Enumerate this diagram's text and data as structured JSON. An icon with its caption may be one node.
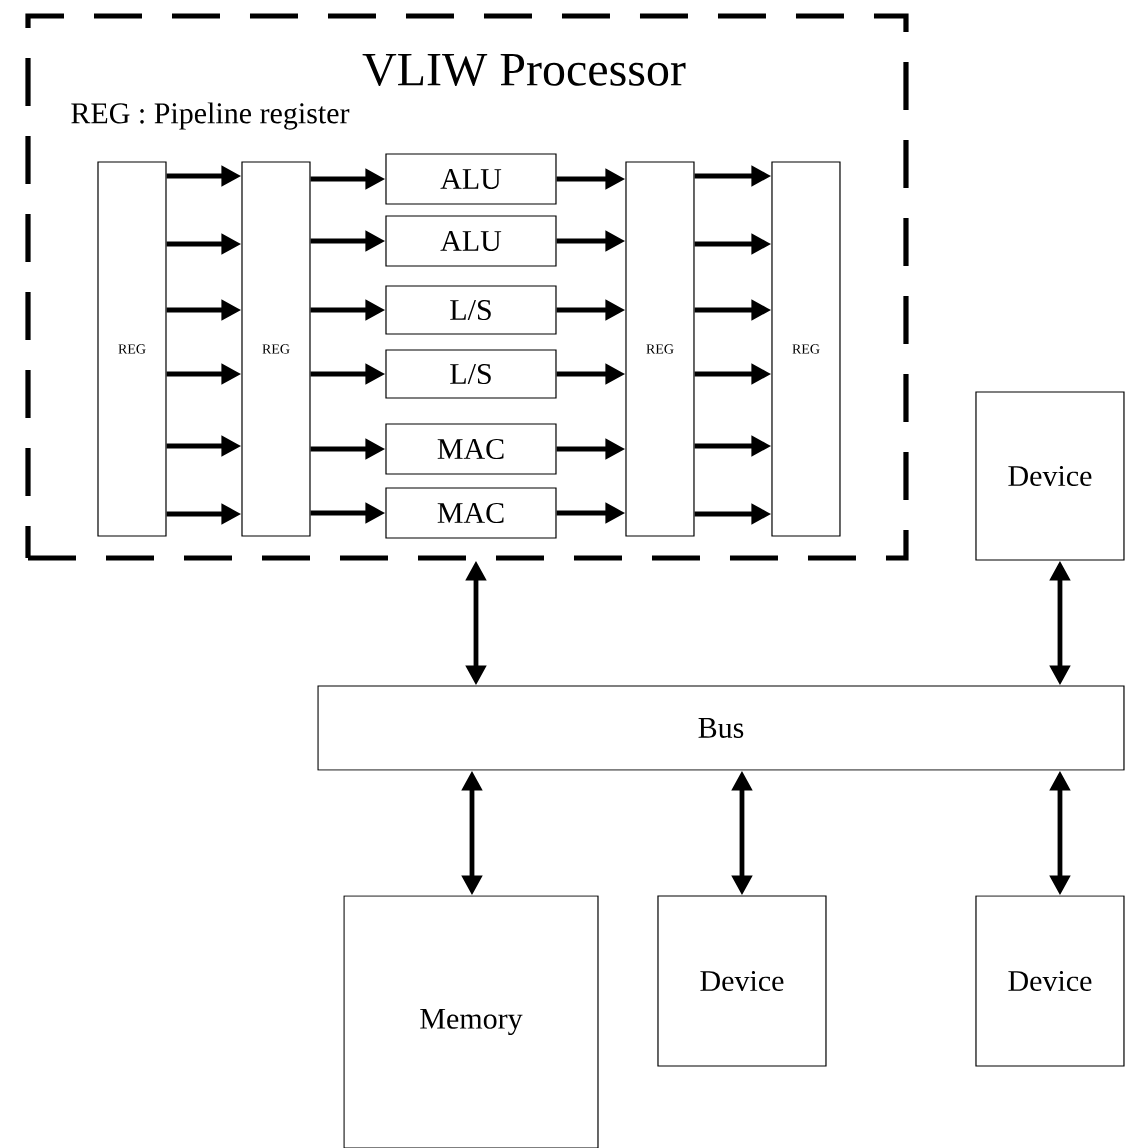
{
  "diagram": {
    "nodes": [
      {
        "text": [
          "VLIW Processor",
          "REG : Pipeline register"
        ]
      },
      {
        "text": [
          "REG"
        ],
        "in": 0
      },
      {
        "text": [
          "REG"
        ],
        "in": 0
      },
      {
        "text": [
          "ALU"
        ],
        "in": 0
      },
      {
        "text": [
          "ALU"
        ],
        "in": 0
      },
      {
        "text": [
          "L/S"
        ],
        "in": 0
      },
      {
        "text": [
          "L/S"
        ],
        "in": 0
      },
      {
        "text": [
          "MAC"
        ],
        "in": 0
      },
      {
        "text": [
          "MAC"
        ],
        "in": 0
      },
      {
        "text": [
          "REG"
        ],
        "in": 0
      },
      {
        "text": [
          "REG"
        ],
        "in": 0
      },
      {
        "text": [
          "Device"
        ]
      },
      {
        "text": [
          "Bus"
        ]
      },
      {
        "text": [
          "Memory"
        ]
      },
      {
        "text": [
          "Device"
        ]
      },
      {
        "text": [
          "Device"
        ]
      }
    ],
    "edges": [
      {
        "from": 1,
        "to": 2,
        "arrow": "to"
      },
      {
        "from": 1,
        "to": 2,
        "arrow": "to"
      },
      {
        "from": 1,
        "to": 2,
        "arrow": "to"
      },
      {
        "from": 1,
        "to": 2,
        "arrow": "to"
      },
      {
        "from": 1,
        "to": 2,
        "arrow": "to"
      },
      {
        "from": 1,
        "to": 2,
        "arrow": "to"
      },
      {
        "from": 2,
        "to": 3,
        "arrow": "to"
      },
      {
        "from": 2,
        "to": 4,
        "arrow": "to"
      },
      {
        "from": 2,
        "to": 5,
        "arrow": "to"
      },
      {
        "from": 2,
        "to": 6,
        "arrow": "to"
      },
      {
        "from": 2,
        "to": 7,
        "arrow": "to"
      },
      {
        "from": 2,
        "to": 8,
        "arrow": "to"
      },
      {
        "from": 3,
        "to": 9,
        "arrow": "to"
      },
      {
        "from": 4,
        "to": 9,
        "arrow": "to"
      },
      {
        "from": 5,
        "to": 9,
        "arrow": "to"
      },
      {
        "from": 6,
        "to": 9,
        "arrow": "to"
      },
      {
        "from": 7,
        "to": 9,
        "arrow": "to"
      },
      {
        "from": 8,
        "to": 9,
        "arrow": "to"
      },
      {
        "from": 9,
        "to": 10,
        "arrow": "to"
      },
      {
        "from": 9,
        "to": 10,
        "arrow": "to"
      },
      {
        "from": 9,
        "to": 10,
        "arrow": "to"
      },
      {
        "from": 9,
        "to": 10,
        "arrow": "to"
      },
      {
        "from": 9,
        "to": 10,
        "arrow": "to"
      },
      {
        "from": 9,
        "to": 10,
        "arrow": "to"
      },
      {
        "from": 0,
        "to": 12,
        "arrow": "both"
      },
      {
        "from": 11,
        "to": 12,
        "arrow": "both"
      },
      {
        "from": 12,
        "to": 13,
        "arrow": "both"
      },
      {
        "from": 12,
        "to": 14,
        "arrow": "both"
      },
      {
        "from": 12,
        "to": 15,
        "arrow": "both"
      }
    ]
  }
}
